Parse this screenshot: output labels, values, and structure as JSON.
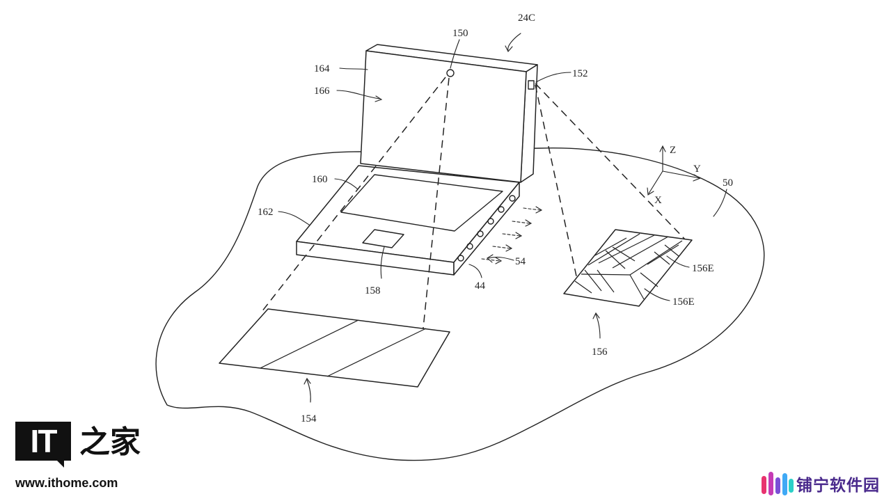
{
  "diagram": {
    "labels": {
      "l24c": "24C",
      "l150": "150",
      "l152": "152",
      "l164": "164",
      "l166": "166",
      "l160": "160",
      "l162": "162",
      "l158": "158",
      "l44": "44",
      "l54": "54",
      "l50": "50",
      "l154": "154",
      "l156": "156",
      "l156e_a": "156E",
      "l156e_b": "156E",
      "axis_z": "Z",
      "axis_y": "Y",
      "axis_x": "X"
    }
  },
  "watermark": {
    "logo_mark": "IT",
    "logo_cn": "之家",
    "url": "www.ithome.com"
  },
  "brand": {
    "name": "铺宁软件园",
    "colors": [
      "#e8336f",
      "#c53bb5",
      "#7b4fd6",
      "#3fa9f5",
      "#2bd0c8"
    ]
  }
}
